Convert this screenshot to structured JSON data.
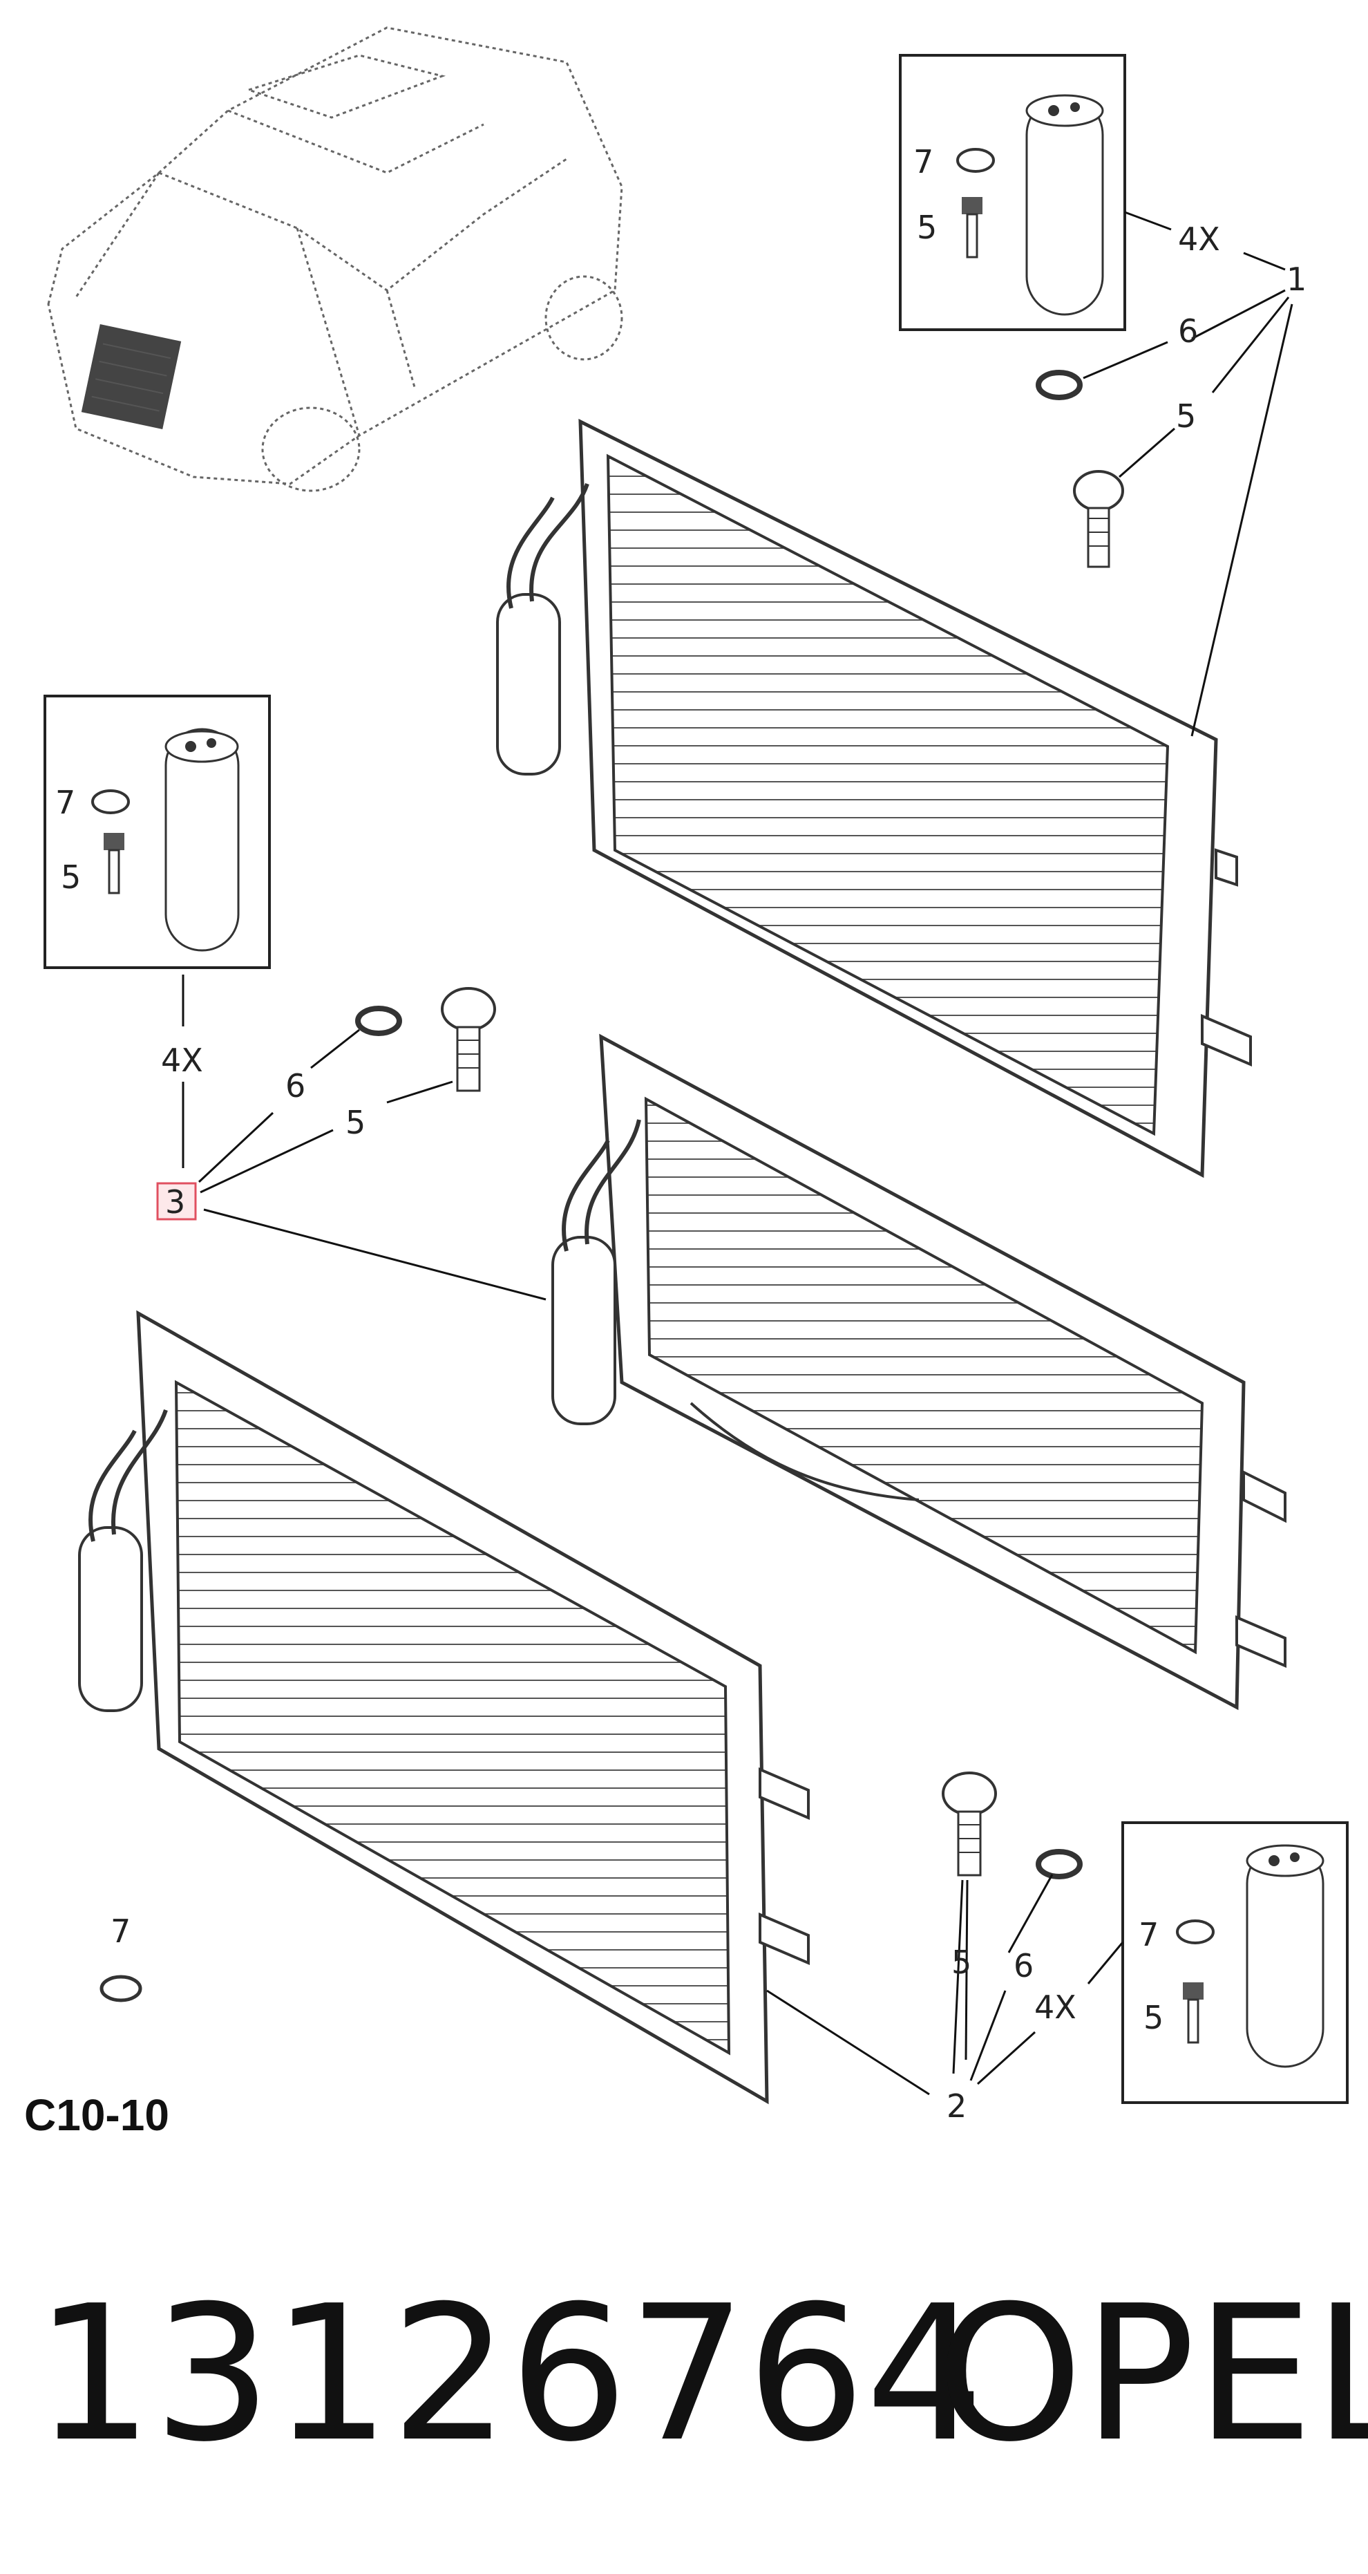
{
  "diagram": {
    "callouts": {
      "c1": "1",
      "c2": "2",
      "c3": "3",
      "c4x_top": "4X",
      "c4x_left": "4X",
      "c4x_bottom": "4X",
      "c5_top_box": "5",
      "c5_top": "5",
      "c5_left_box": "5",
      "c5_mid": "5",
      "c5_bottom": "5",
      "c5_bottom_box": "5",
      "c6_top": "6",
      "c6_mid": "6",
      "c6_bottom": "6",
      "c7_top_box": "7",
      "c7_left_box": "7",
      "c7_loose": "7",
      "c7_bottom_box": "7"
    },
    "sheet_code": "C10-10",
    "highlight_color": "#e05060"
  },
  "footer": {
    "part_number": "13126764",
    "brand": "OPEL"
  }
}
